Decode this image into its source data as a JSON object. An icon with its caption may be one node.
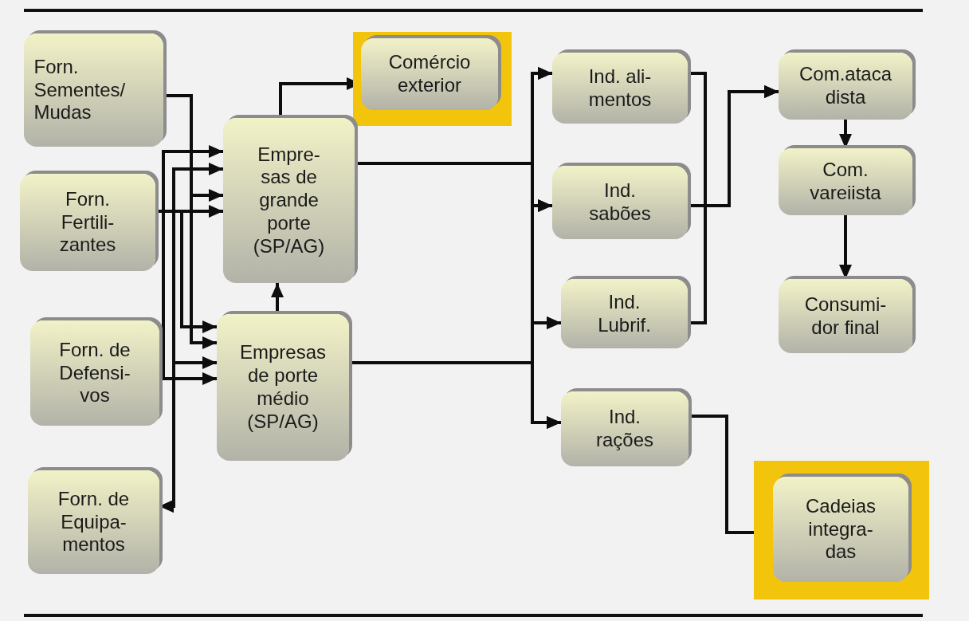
{
  "diagram": {
    "nodes": [
      {
        "text": [
          "Forn. Sementes/ Mudas"
        ]
      },
      {
        "text": [
          "Forn. Fertili- zantes"
        ]
      },
      {
        "text": [
          "Forn. de Defensi- vos"
        ]
      },
      {
        "text": [
          "Forn. de Equipa- mentos"
        ]
      },
      {
        "text": [],
        "shape": "box"
      },
      {
        "text": [
          "Comércio exterior"
        ],
        "in": 4
      },
      {
        "text": [
          "Empre- sas de grande porte (SP/AG)"
        ]
      },
      {
        "text": [
          "Empresas de porte médio (SP/AG)"
        ]
      },
      {
        "text": [
          "Ind. ali- mentos"
        ]
      },
      {
        "text": [
          "Ind. sabões"
        ]
      },
      {
        "text": [
          "Ind. Lubrif."
        ]
      },
      {
        "text": [
          "Ind. rações"
        ]
      },
      {
        "text": [
          "Com.ataca dista"
        ]
      },
      {
        "text": [
          "Com. vareiista"
        ]
      },
      {
        "text": [
          "Consumi- dor final"
        ]
      },
      {
        "text": [],
        "shape": "box"
      },
      {
        "text": [
          "Cadeias integra- das"
        ],
        "in": 15
      }
    ],
    "edges": [
      {
        "from": 0,
        "to": 6,
        "arrow": "to"
      },
      {
        "from": 0,
        "to": 7,
        "arrow": "to"
      },
      {
        "from": 1,
        "to": 6,
        "arrow": "to"
      },
      {
        "from": 1,
        "to": 7,
        "arrow": "to"
      },
      {
        "from": 2,
        "to": 6,
        "arrow": "to"
      },
      {
        "from": 2,
        "to": 7,
        "arrow": "to"
      },
      {
        "from": 3,
        "to": 6,
        "arrow": "both"
      },
      {
        "from": 3,
        "to": 7,
        "arrow": "both"
      },
      {
        "from": 6,
        "to": 5,
        "arrow": "to"
      },
      {
        "from": 7,
        "to": 6,
        "arrow": "to"
      },
      {
        "from": 6,
        "to": 8,
        "arrow": "to"
      },
      {
        "from": 6,
        "to": 9,
        "arrow": "to"
      },
      {
        "from": 6,
        "to": 10,
        "arrow": "to"
      },
      {
        "from": 6,
        "to": 11,
        "arrow": "to"
      },
      {
        "from": 7,
        "to": 8,
        "arrow": "to"
      },
      {
        "from": 7,
        "to": 9,
        "arrow": "to"
      },
      {
        "from": 7,
        "to": 10,
        "arrow": "to"
      },
      {
        "from": 7,
        "to": 11,
        "arrow": "to"
      },
      {
        "from": 8,
        "to": 12,
        "arrow": "to"
      },
      {
        "from": 9,
        "to": 12,
        "arrow": "to"
      },
      {
        "from": 10,
        "to": 12,
        "arrow": "to"
      },
      {
        "from": 11,
        "to": 16,
        "arrow": "to"
      },
      {
        "from": 12,
        "to": 13,
        "arrow": "to"
      },
      {
        "from": 13,
        "to": 14,
        "arrow": "to"
      }
    ]
  }
}
